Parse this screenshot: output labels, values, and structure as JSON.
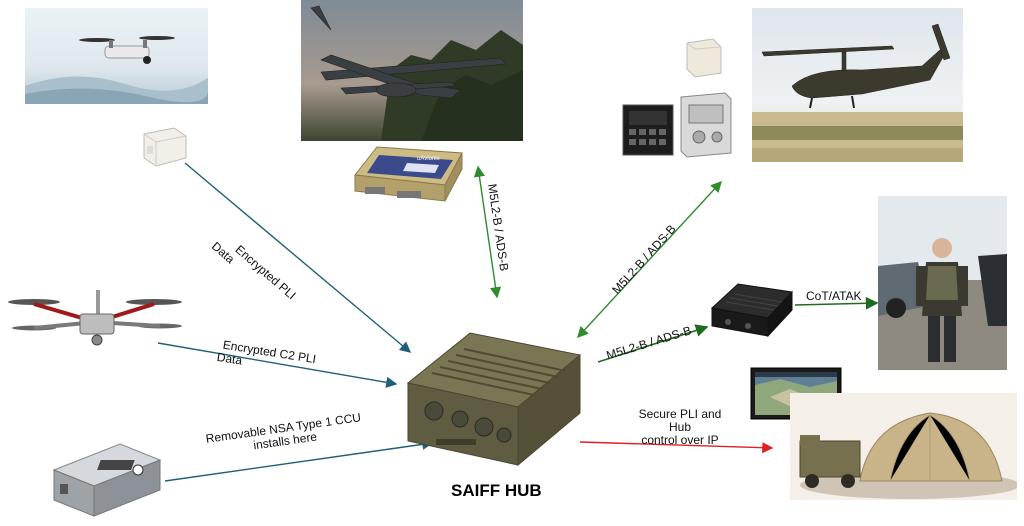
{
  "hub": {
    "title": "SAIFF HUB"
  },
  "links": {
    "encrypted_pli": [
      "Encrypted PLI",
      "Data"
    ],
    "encrypted_c2_pli": [
      "Encrypted C2 PLI",
      "Data"
    ],
    "ccu": [
      "Removable NSA Type 1 CCU",
      "installs here"
    ],
    "m5l2b_uav": "M5L2-B / ADS-B",
    "m5l2b_heli": "M5L2-B / ADS-B",
    "m5l2b_radio": "M5L2-B / ADS-B",
    "cot_atak": "CoT/ATAK",
    "secure_pli": [
      "Secure PLI and",
      "Hub",
      "control over IP"
    ]
  },
  "colors": {
    "blue_link": "#1f5f7a",
    "green_link": "#2e8b2e",
    "dark_green_link": "#1f6b1f",
    "red_link": "#e02020",
    "hub_body": "#6d6a4a"
  },
  "icons": [
    "quadcopter-drone-icon",
    "white-transponder-icon",
    "fixed-wing-uav-icon",
    "transponder-module-icon",
    "apache-helicopter-icon",
    "control-panel-icon",
    "soldier-icon",
    "black-radio-icon",
    "hexacopter-drone-icon",
    "saiff-hub-device-icon",
    "ccu-module-icon",
    "command-post-tent-icon",
    "laptop-map-icon"
  ]
}
